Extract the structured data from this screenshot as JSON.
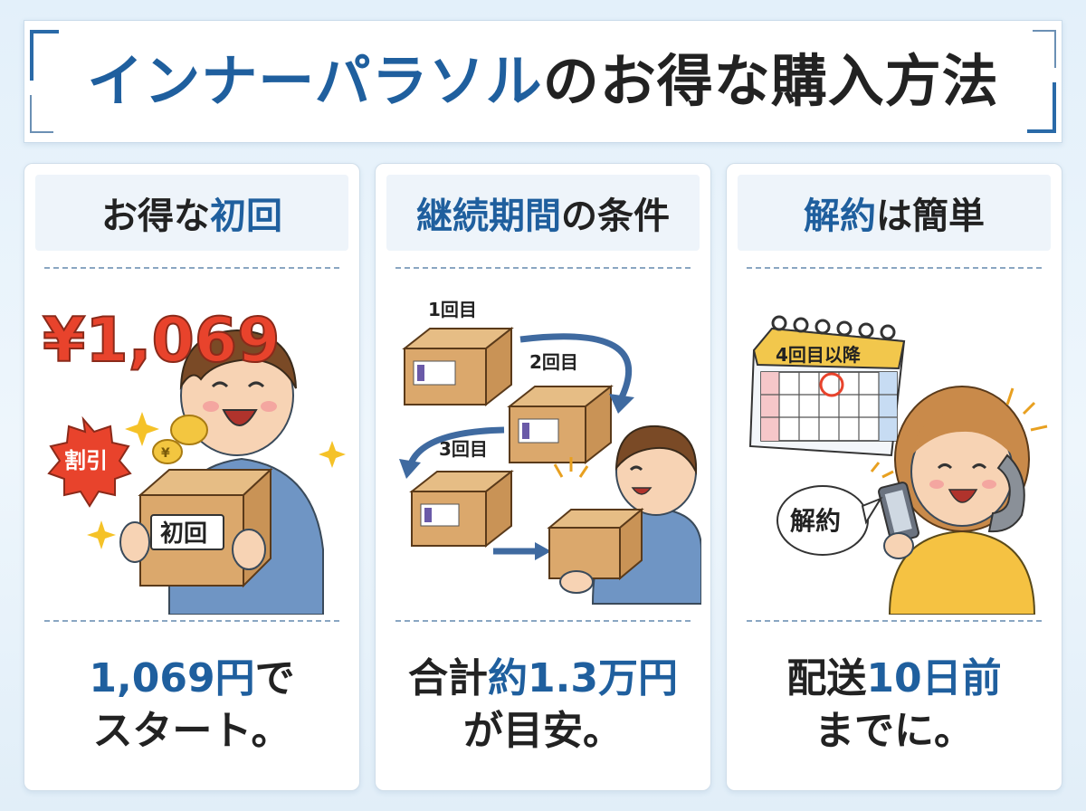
{
  "banner": {
    "title_blue": "インナーパラソル",
    "title_dark": "のお得な購入方法"
  },
  "cards": [
    {
      "head_a": "お得な",
      "head_b": "初回",
      "price": "¥1,069",
      "discount_badge": "割引",
      "box_label": "初回",
      "foot_line1_hl": "1,069円",
      "foot_line1_rest": "で",
      "foot_line2": "スタート。"
    },
    {
      "head_a": "継続期間",
      "head_b": "の条件",
      "step1": "1回目",
      "step2": "2回目",
      "step3": "3回目",
      "foot_line1_a": "合計",
      "foot_line1_hl": "約1.3万円",
      "foot_line2": "が目安。"
    },
    {
      "head_a": "解約",
      "head_b": "は簡単",
      "calendar_label": "4回目以降",
      "bubble": "解約",
      "foot_line1_a": "配送",
      "foot_line1_hl": "10日前",
      "foot_line2": "までに。"
    }
  ],
  "colors": {
    "accent_blue": "#1f5f9e",
    "price_red": "#e8432c",
    "box_tan": "#d9ab72",
    "background": "#e3f0fa"
  }
}
